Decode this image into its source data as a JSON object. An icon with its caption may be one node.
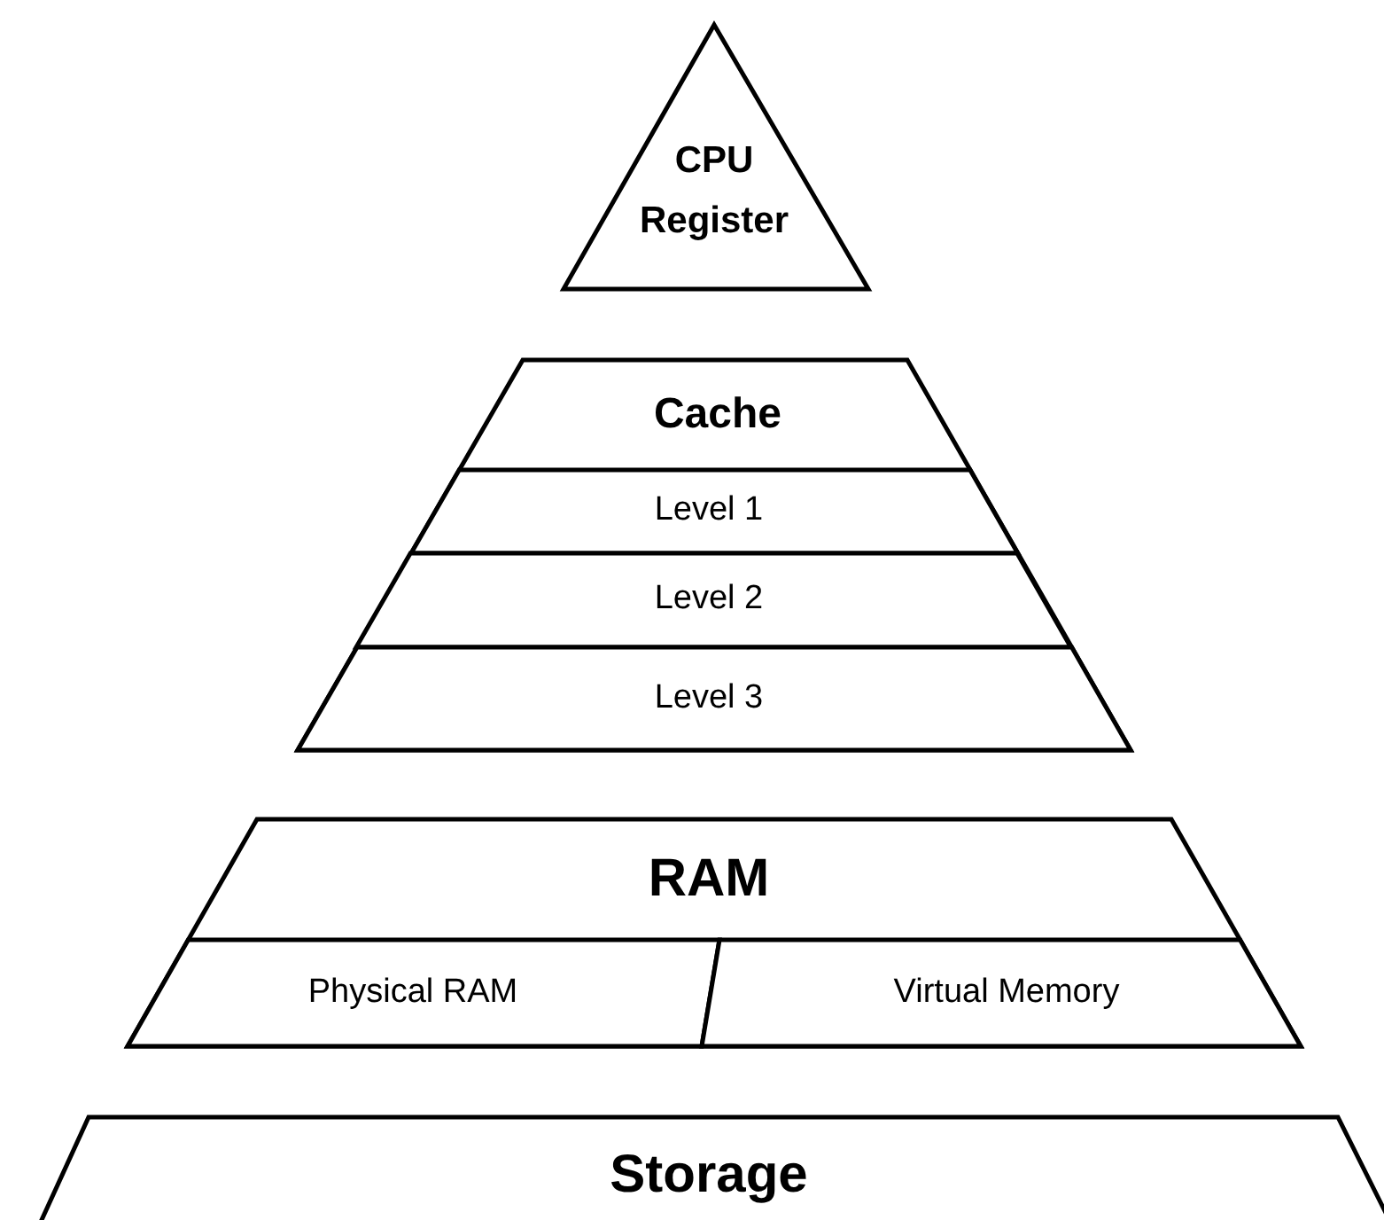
{
  "diagram": {
    "nodes": [
      {
        "text": [
          "CPU Register"
        ]
      },
      {
        "text": [
          "Cache"
        ]
      },
      {
        "text": [
          "Level 1"
        ],
        "in": 1
      },
      {
        "text": [
          "Level 2"
        ],
        "in": 1
      },
      {
        "text": [
          "Level 3"
        ],
        "in": 1
      },
      {
        "text": [
          "RAM"
        ]
      },
      {
        "text": [
          "Physical RAM"
        ],
        "in": 5
      },
      {
        "text": [
          "Virtual Memory"
        ],
        "in": 5
      },
      {
        "text": [
          "Storage"
        ]
      }
    ],
    "edges": []
  }
}
